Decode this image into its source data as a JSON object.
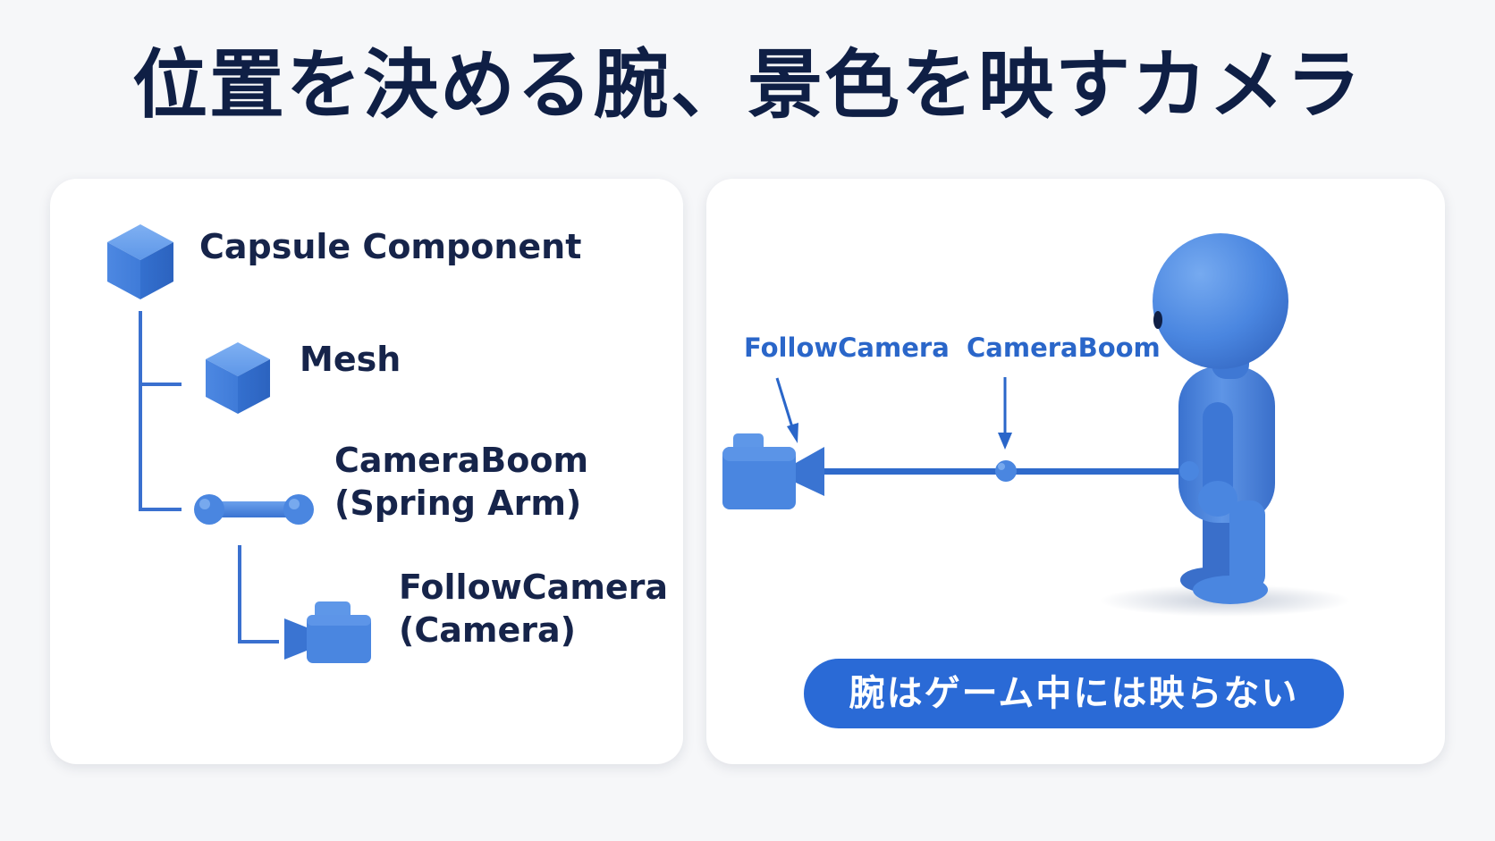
{
  "title": "位置を決める腕、景色を映すカメラ",
  "hierarchy": {
    "root": {
      "label": "Capsule Component",
      "icon": "cube-icon"
    },
    "mesh": {
      "label": "Mesh",
      "icon": "cube-icon"
    },
    "boom": {
      "line1": "CameraBoom",
      "line2": "(Spring Arm)",
      "icon": "spring-arm-icon"
    },
    "camera": {
      "line1": "FollowCamera",
      "line2": "(Camera)",
      "icon": "camera-icon"
    }
  },
  "scene": {
    "camera_label": "FollowCamera",
    "boom_label": "CameraBoom",
    "note": "腕はゲーム中には映らない"
  },
  "colors": {
    "accent": "#2a6ad6",
    "icon_fill": "#4a86e0",
    "title_text": "#0f1f45",
    "panel_bg": "#ffffff",
    "page_bg": "#f6f7f9"
  }
}
